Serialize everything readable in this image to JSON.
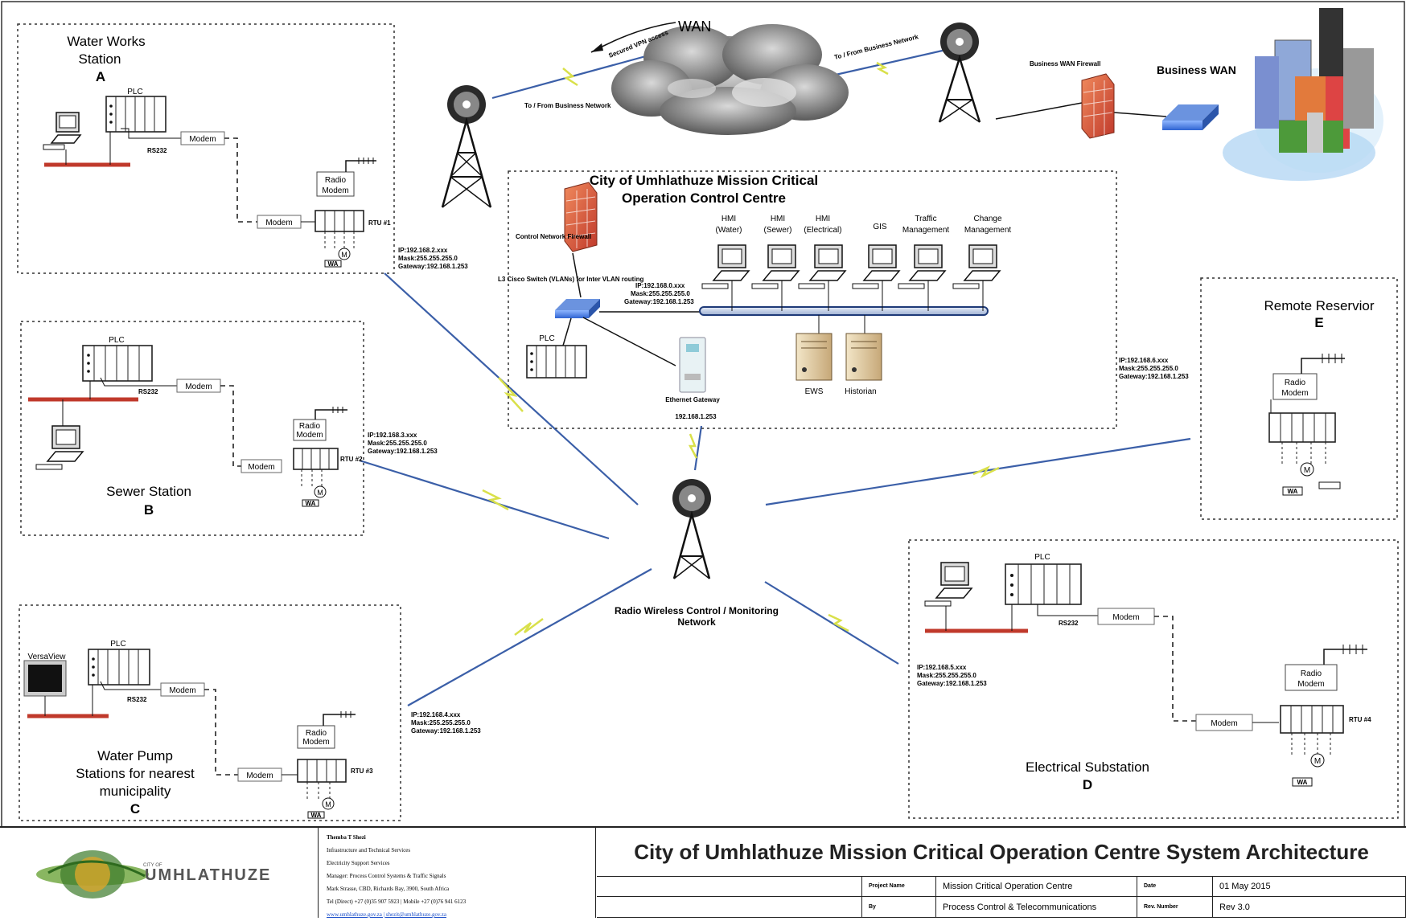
{
  "wan": {
    "label": "WAN",
    "vpn_label": "Secured VPN access",
    "to_from_left": "To / From Business Network",
    "to_from_right": "To / From Business Network",
    "firewall_label": "Business WAN Firewall",
    "business_wan": "Business WAN"
  },
  "control_centre": {
    "title_line1": "City of Umhlathuze Mission Critical",
    "title_line2": "Operation Control Centre",
    "firewall": "Control Network Firewall",
    "switch": "L3 Cisco Switch (VLANs) for Inter VLAN routing",
    "plc": "PLC",
    "ip": "IP:192.168.0.xxx",
    "mask": "Mask:255.255.255.0",
    "gateway": "Gateway:192.168.1.253",
    "ethernet_gateway": "Ethernet Gateway",
    "ethernet_gateway_ip": "192.168.1.253",
    "workstations": [
      {
        "line1": "HMI",
        "line2": "(Water)"
      },
      {
        "line1": "HMI",
        "line2": "(Sewer)"
      },
      {
        "line1": "HMI",
        "line2": "(Electrical)"
      },
      {
        "line1": "GIS",
        "line2": ""
      },
      {
        "line1": "Traffic",
        "line2": "Management"
      },
      {
        "line1": "Change",
        "line2": "Management"
      }
    ],
    "servers": [
      "EWS",
      "Historian"
    ]
  },
  "stations": {
    "a": {
      "line1": "Water Works",
      "line2": "Station",
      "letter": "A",
      "plc": "PLC",
      "rs": "RS232",
      "modem1": "Modem",
      "modem2": "Modem",
      "radio1": "Radio",
      "radio2": "Modem",
      "rtu": "RTU #1",
      "wa": "WA"
    },
    "b": {
      "line1": "Sewer Station",
      "letter": "B",
      "plc": "PLC",
      "rs": "RS232",
      "modem1": "Modem",
      "modem2": "Modem",
      "radio1": "Radio",
      "radio2": "Modem",
      "rtu": "RTU #2",
      "wa": "WA"
    },
    "c": {
      "line1": "Water Pump",
      "line2": "Stations for nearest",
      "line3": "municipality",
      "letter": "C",
      "hmi": "VersaView",
      "plc": "PLC",
      "rs": "RS232",
      "modem1": "Modem",
      "modem2": "Modem",
      "radio1": "Radio",
      "radio2": "Modem",
      "rtu": "RTU #3",
      "wa": "WA"
    },
    "d": {
      "line1": "Electrical Substation",
      "letter": "D",
      "plc": "PLC",
      "rs": "RS232",
      "modem1": "Modem",
      "modem2": "Modem",
      "radio1": "Radio",
      "radio2": "Modem",
      "rtu": "RTU #4",
      "wa": "WA"
    },
    "e": {
      "line1": "Remote Reservior",
      "letter": "E",
      "radio1": "Radio",
      "radio2": "Modem",
      "wa": "WA"
    }
  },
  "ip_blocks": {
    "a": [
      "IP:192.168.2.xxx",
      "Mask:255.255.255.0",
      "Gateway:192.168.1.253"
    ],
    "b": [
      "IP:192.168.3.xxx",
      "Mask:255.255.255.0",
      "Gateway:192.168.1.253"
    ],
    "c": [
      "IP:192.168.4.xxx",
      "Mask:255.255.255.0",
      "Gateway:192.168.1.253"
    ],
    "d": [
      "IP:192.168.5.xxx",
      "Mask:255.255.255.0",
      "Gateway:192.168.1.253"
    ],
    "e": [
      "IP:192.168.6.xxx",
      "Mask:255.255.255.0",
      "Gateway:192.168.1.253"
    ]
  },
  "radio_network": {
    "line1": "Radio Wireless Control / Monitoring",
    "line2": "Network"
  },
  "footer": {
    "logo_prefix": "CITY OF",
    "logo_text": "UMHLATHUZE",
    "title": "City of Umhlathuze Mission Critical Operation Centre System Architecture",
    "info": [
      "Themba T Shezi",
      "Infrastructure and Technical Services",
      "Electricity Support Services",
      "Manager: Process Control Systems & Traffic Signals",
      "Mark Strasse, CBD, Richards Bay, 3900, South Africa",
      "Tel (Direct) +27 (0)35 907 5923 | Mobile +27 (0)76 941 6123"
    ],
    "link": "www.umhlathuze.gov.za | shezit@umhlathuze.gov.za",
    "project_name_key": "Project Name",
    "project_name": "Mission Critical Operation Centre",
    "date_key": "Date",
    "date": "01 May 2015",
    "by_key": "By",
    "by": "Process Control & Telecommunications",
    "rev_key": "Rev. Number",
    "rev": "Rev 3.0"
  }
}
